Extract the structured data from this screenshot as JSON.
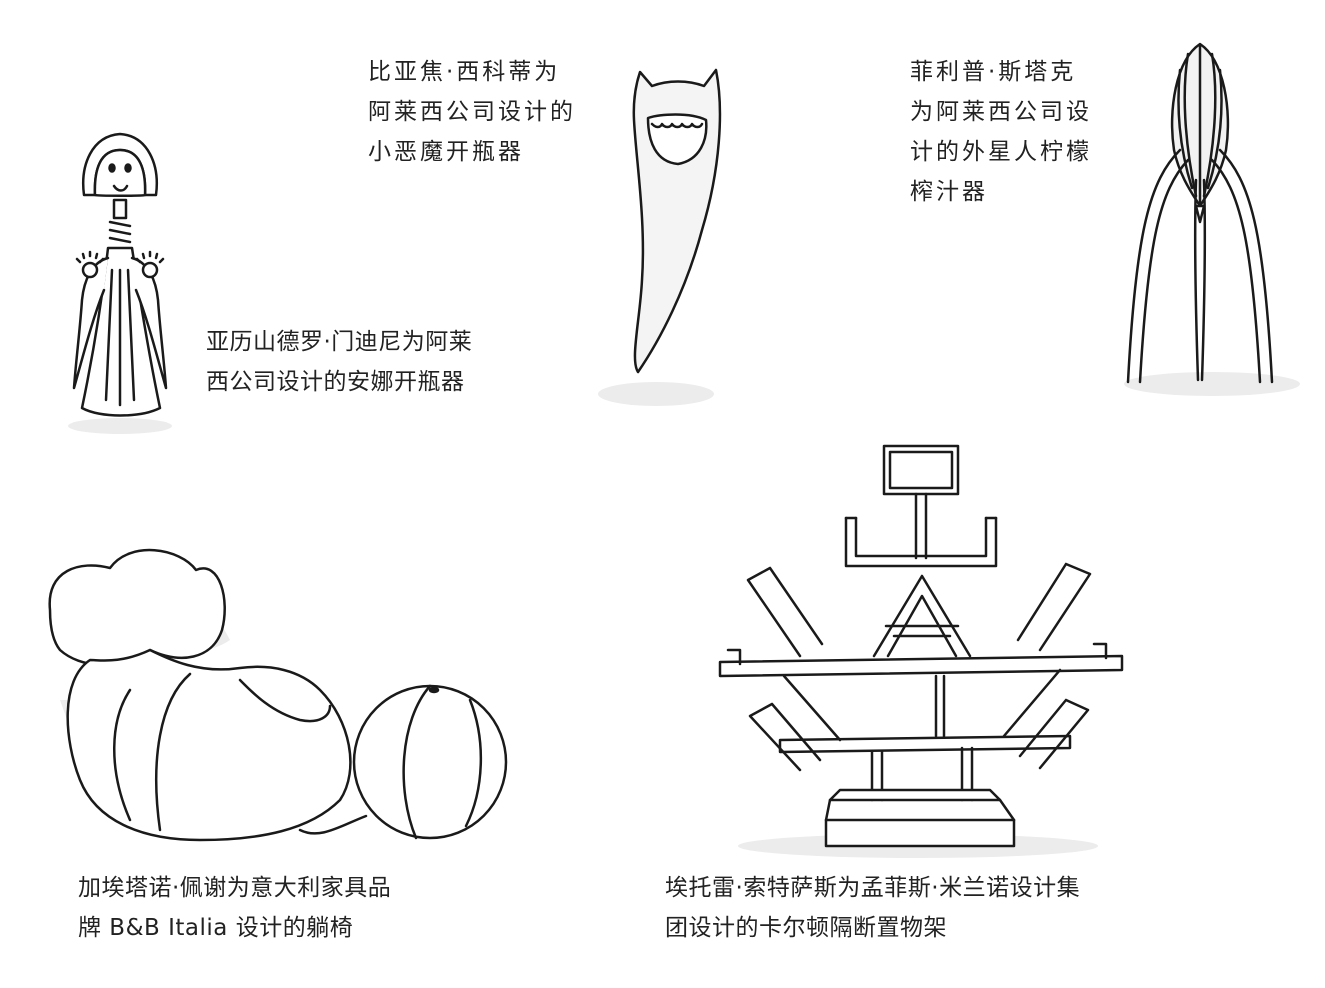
{
  "captions": {
    "anna": {
      "line1": "亚历山德罗·门迪尼为阿莱",
      "line2": "西公司设计的安娜开瓶器"
    },
    "devil": {
      "line1": "比亚焦·西科蒂为",
      "line2": "阿莱西公司设计的",
      "line3": "小恶魔开瓶器"
    },
    "juicer": {
      "line1": "菲利普·斯塔克",
      "line2": "为阿莱西公司设",
      "line3": "计的外星人柠檬",
      "line4": "榨汁器"
    },
    "chaise": {
      "line1": "加埃塔诺·佩谢为意大利家具品",
      "line2": "牌 B&B Italia 设计的躺椅"
    },
    "shelf": {
      "line1": "埃托雷·索特萨斯为孟菲斯·米兰诺设计集",
      "line2": "团设计的卡尔顿隔断置物架"
    }
  },
  "colors": {
    "ink": "#1a1a1a",
    "shadow": "#e6e6e6",
    "fill": "#f2f2f2"
  }
}
